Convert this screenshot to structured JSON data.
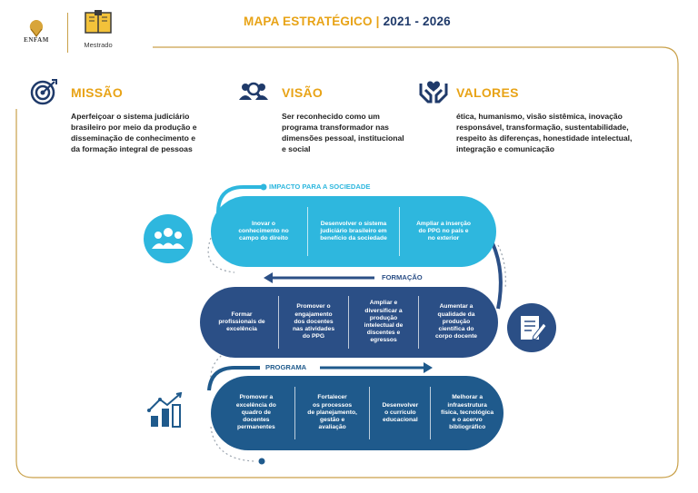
{
  "header": {
    "enfam_label": "ENFAM",
    "mestrado_label": "Mestrado",
    "title_part1": "MAPA ESTRATÉGICO | ",
    "title_part2": "2021 - 2026"
  },
  "missao": {
    "title": "MISSÃO",
    "lines": [
      "Aperfeiçoar o sistema judiciário",
      "brasileiro por meio da produção e",
      "disseminação de conhecimento e",
      "da formação integral de pessoas"
    ]
  },
  "visao": {
    "title": "VISÃO",
    "lines": [
      "Ser reconhecido como um",
      "programa transformador nas",
      "dimensões pessoal, institucional",
      "e social"
    ]
  },
  "valores": {
    "title": "VALORES",
    "lines": [
      "ética, humanismo, visão sistêmica, inovação",
      "responsável, transformação, sustentabilidade,",
      "respeito às diferenças, honestidade intelectual,",
      "integração e comunicação"
    ]
  },
  "impacto": {
    "label": "IMPACTO PARA A SOCIEDADE",
    "items": [
      [
        "Inovar o",
        "conhecimento no",
        "campo do direito"
      ],
      [
        "Desenvolver o sistema",
        "judiciário brasileiro em",
        "benefício da sociedade"
      ],
      [
        "Ampliar a inserção",
        "do PPG no país e",
        "no exterior"
      ]
    ]
  },
  "formacao": {
    "label": "FORMAÇÃO",
    "items": [
      [
        "Formar",
        "profissionais de",
        "excelência"
      ],
      [
        "Promover o",
        "engajamento",
        "dos docentes",
        "nas atividades",
        "do PPG"
      ],
      [
        "Ampliar e",
        "diversificar a",
        "produção",
        "intelectual de",
        "discentes e",
        "egressos"
      ],
      [
        "Aumentar a",
        "qualidade da",
        "produção",
        "científica do",
        "corpo docente"
      ]
    ]
  },
  "programa": {
    "label": "PROGRAMA",
    "items": [
      [
        "Promover a",
        "excelência do",
        "quadro de",
        "docentes",
        "permanentes"
      ],
      [
        "Fortalecer",
        "os processos",
        "de planejamento,",
        "gestão e",
        "avaliação"
      ],
      [
        "Desenvolver",
        "o currículo",
        "educacional"
      ],
      [
        "Melhorar a",
        "infraestrutura",
        "física, tecnológica",
        "e o acervo",
        "bibliográfico"
      ]
    ]
  },
  "colors": {
    "gold": "#e8a316",
    "navy": "#1f3a6a",
    "impacto": "#2eb7de",
    "formacao": "#2b4f86",
    "programa": "#1f5a8c"
  }
}
